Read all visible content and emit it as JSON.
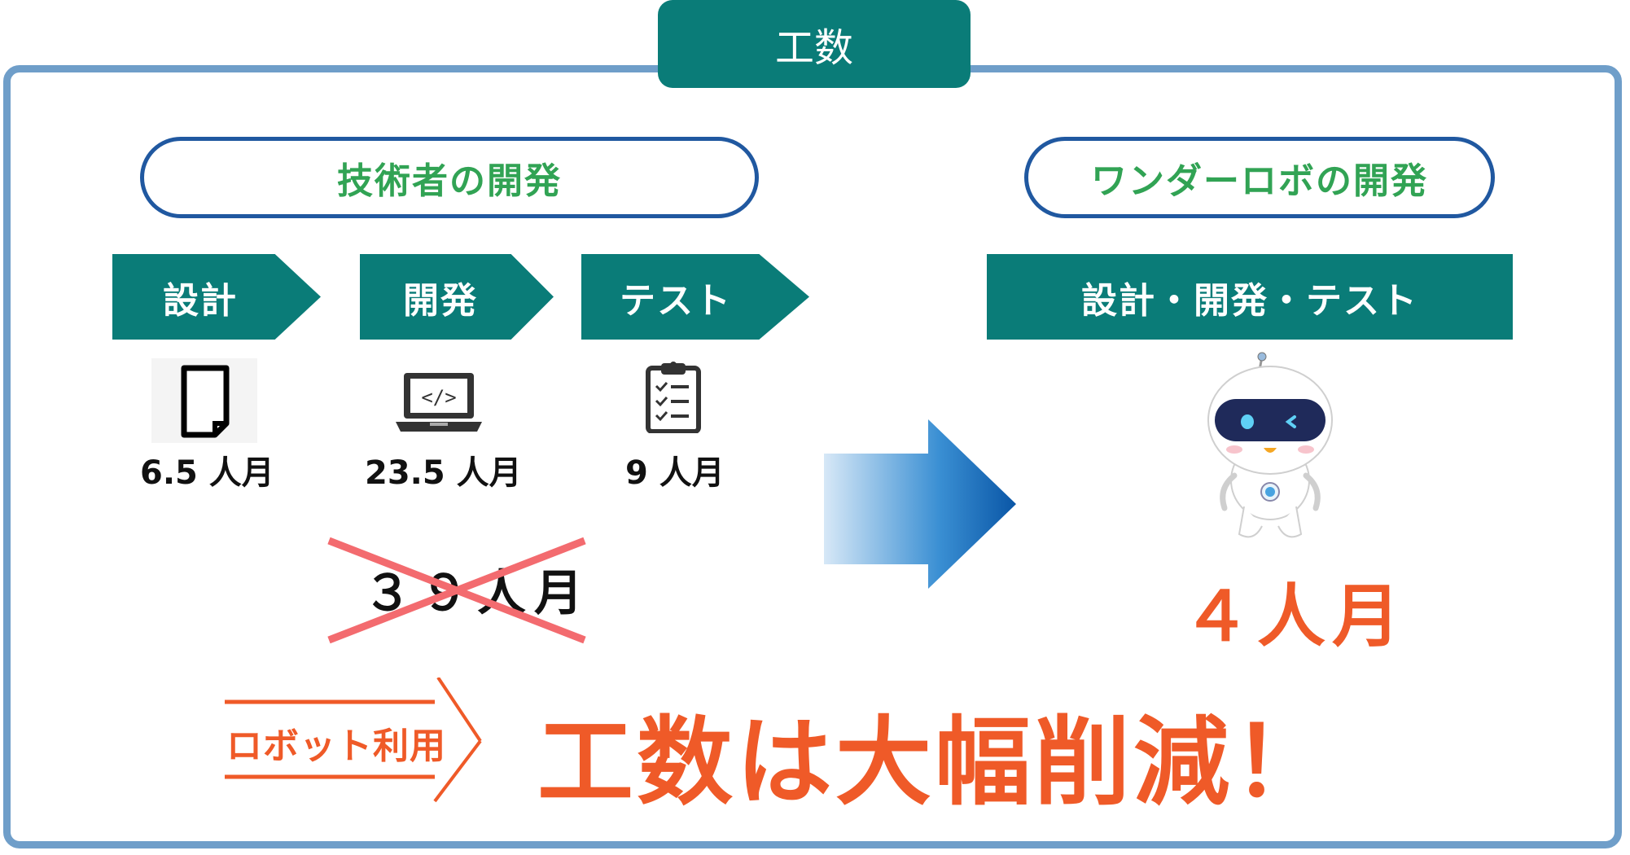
{
  "title": "工数",
  "left": {
    "heading": "技術者の開発",
    "steps": [
      {
        "label": "設計",
        "amount": "6.5 人月",
        "icon": "document-icon"
      },
      {
        "label": "開発",
        "amount": "23.5 人月",
        "icon": "laptop-code-icon"
      },
      {
        "label": "テスト",
        "amount": "9 人月",
        "icon": "clipboard-checklist-icon"
      }
    ],
    "total": "３９人月"
  },
  "right": {
    "heading": "ワンダーロボの開発",
    "step": "設計・開発・テスト",
    "total": "４人月",
    "icon": "robot-icon"
  },
  "bottom": {
    "label": "ロボット利用",
    "headline": "工数は大幅削減！"
  },
  "colors": {
    "teal": "#0a7c78",
    "frame": "#6f9ec9",
    "pill_border": "#2058a0",
    "green_text": "#31a354",
    "orange": "#ef5a28",
    "cross_red": "#f36b6f",
    "arrow_blue": "#0a6bbd"
  }
}
